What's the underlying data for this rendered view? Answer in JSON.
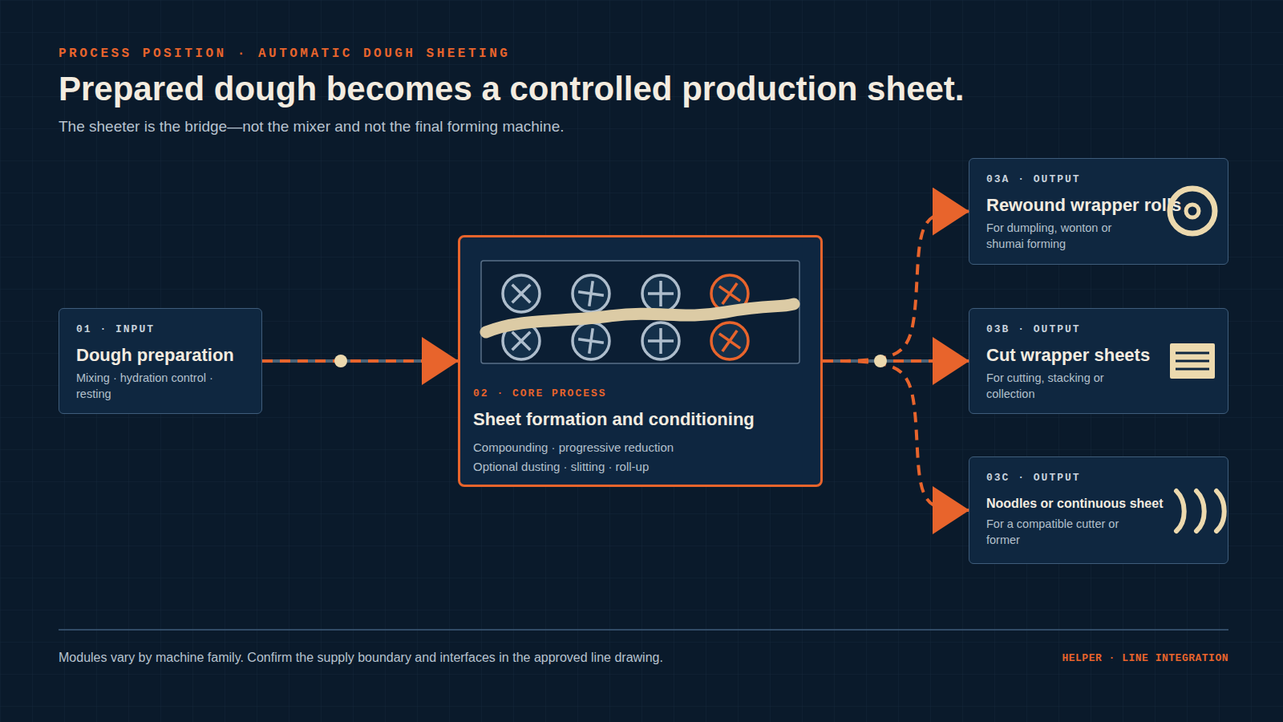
{
  "diagram": {
    "title": "Prepared dough becomes a controlled production sheet.",
    "caption": "The sheeter is the bridge—not the mixer and not the final forming machine.",
    "nodes": [
      {
        "text": [
          "01 · INPUT",
          "Dough preparation",
          "Mixing · hydration control · resting"
        ]
      },
      {
        "text": [
          "02 · CORE PROCESS",
          "Sheet formation and conditioning",
          "Compounding · progressive reduction",
          "Optional dusting · slitting · roll-up"
        ]
      },
      {
        "text": [
          "03A · OUTPUT",
          "Rewound wrapper rolls",
          "For dumpling, wonton or shumai forming"
        ]
      },
      {
        "text": [
          "03B · OUTPUT",
          "Cut wrapper sheets",
          "For cutting, stacking or collection"
        ]
      },
      {
        "text": [
          "03C · OUTPUT",
          "Noodles or continuous sheet",
          "For a compatible cutter or former"
        ]
      }
    ],
    "edges": [
      {
        "from": 0,
        "to": 1,
        "arrow": "to"
      },
      {
        "from": 1,
        "to": 2,
        "arrow": "to"
      },
      {
        "from": 1,
        "to": 3,
        "arrow": "to"
      },
      {
        "from": 1,
        "to": 4,
        "arrow": "to"
      }
    ],
    "labels": [
      "PROCESS POSITION · AUTOMATIC DOUGH SHEETING",
      "Modules vary by machine family. Confirm the supply boundary and interfaces in the approved line drawing.",
      "HELPER · LINE INTEGRATION"
    ]
  }
}
